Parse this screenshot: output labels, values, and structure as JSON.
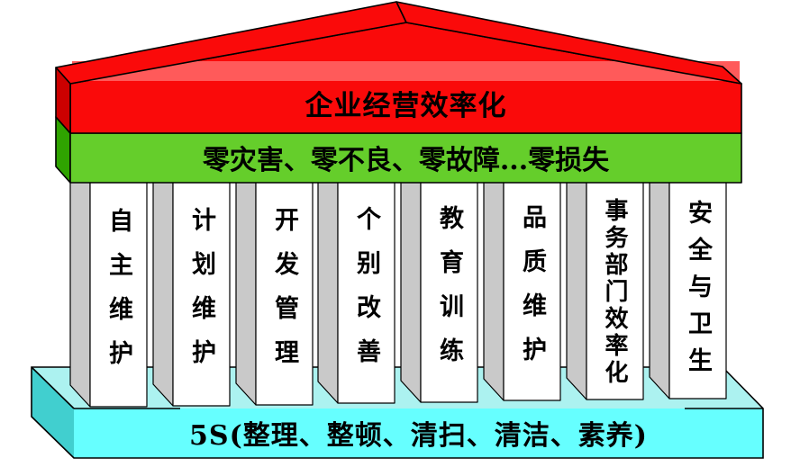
{
  "diagram": {
    "type": "tpm-house",
    "roof": {
      "title": "企业经营效率化",
      "subtitle": "零灾害、零不良、零故障...零损失"
    },
    "pillars": [
      {
        "label": "自主维护"
      },
      {
        "label": "计划维护"
      },
      {
        "label": "开发管理"
      },
      {
        "label": "个别改善"
      },
      {
        "label": "教育训练"
      },
      {
        "label": "品质维护"
      },
      {
        "label": "事务部门效率化"
      },
      {
        "label": "安全与卫生"
      }
    ],
    "base": {
      "label": "5S(整理、整顿、清扫、清洁、素养)"
    }
  },
  "colors": {
    "roof_red": "#FA0A0A",
    "roof_red_highlight": "#FF5A5A",
    "roof_side_red": "#CC0000",
    "green_band": "#65CE2B",
    "green_band_side": "#2FA300",
    "pillar_front": "#FFFFFF",
    "pillar_side": "#C9C9C9",
    "base_top": "#ACF2F0",
    "base_front": "#66FFFF",
    "base_side": "#41CFCF",
    "outline": "#000000",
    "text": "#000000"
  }
}
